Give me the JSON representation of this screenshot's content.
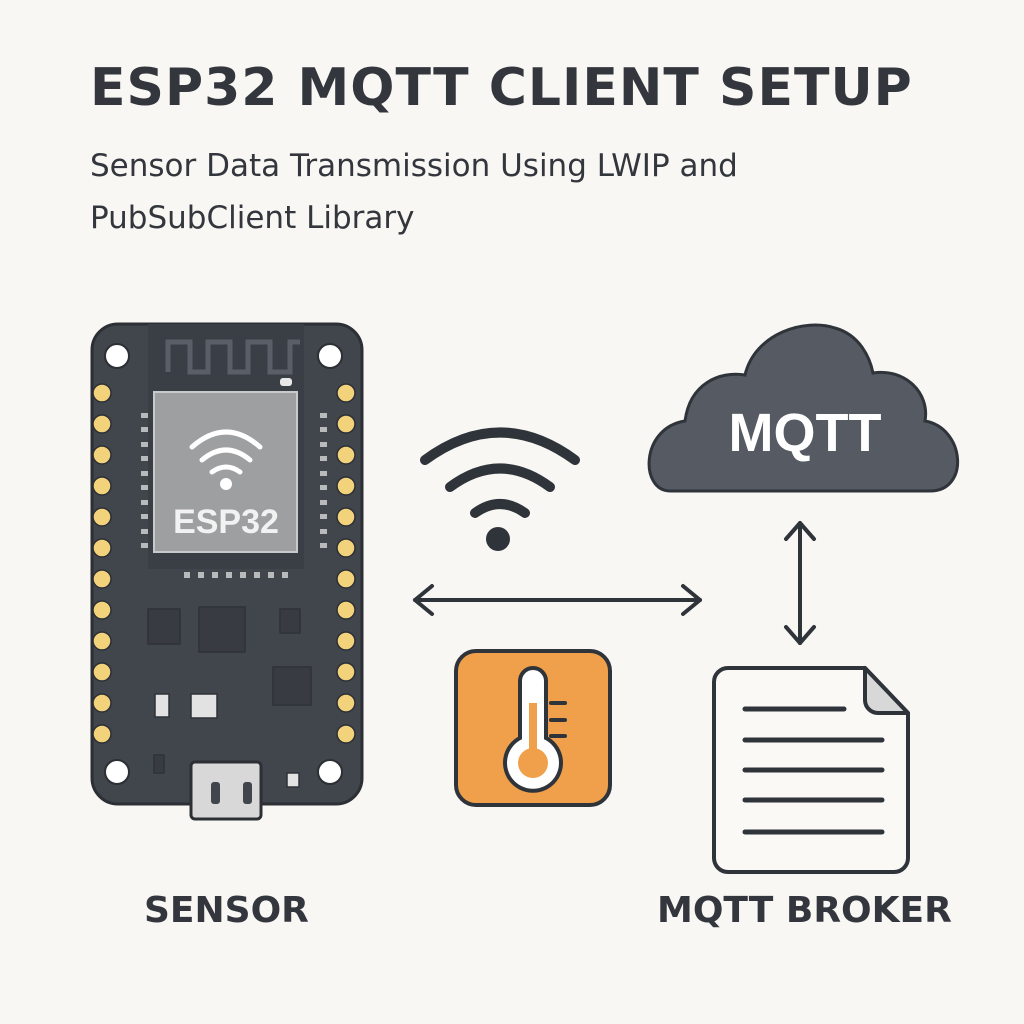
{
  "header": {
    "title": "ESP32 MQTT CLIENT SETUP",
    "subtitle_line1": "Sensor Data Transmission Using LWIP and",
    "subtitle_line2": "PubSubClient Library"
  },
  "board": {
    "chip_label": "ESP32",
    "icon": "wifi-icon",
    "caption": "SENSOR"
  },
  "connection": {
    "wifi_icon": "wifi-icon",
    "arrow": "double-arrow-horizontal"
  },
  "sensor_icon": {
    "icon": "thermometer-icon",
    "color": "#f0a04b"
  },
  "cloud": {
    "label": "MQTT",
    "color": "#555a63"
  },
  "broker": {
    "icon": "document-icon",
    "caption": "MQTT BROKER",
    "arrow": "double-arrow-vertical"
  },
  "colors": {
    "background": "#f9f7f3",
    "board": "#3e4249",
    "pin": "#f3d27c",
    "text": "#33373d"
  }
}
